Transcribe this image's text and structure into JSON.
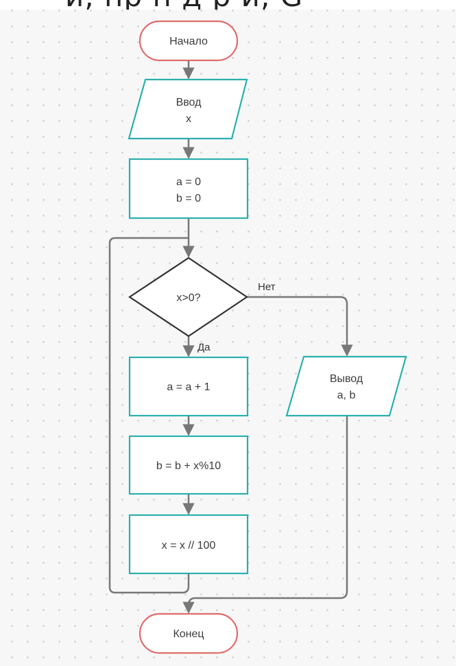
{
  "top_text": "и, пр н д р  и, G",
  "colors": {
    "process_stroke": "#2ab0ad",
    "terminal_stroke": "#e06b6b",
    "decision_stroke": "#333333",
    "edge": "#777777",
    "fill": "#ffffff"
  },
  "nodes": {
    "start": {
      "label": "Начало"
    },
    "input": {
      "line1": "Ввод",
      "line2": "x"
    },
    "init": {
      "line1": "a = 0",
      "line2": "b = 0"
    },
    "cond": {
      "label": "x>0?"
    },
    "inc_a": {
      "label": "a = a + 1"
    },
    "add_b": {
      "label": "b = b + x%10"
    },
    "div_x": {
      "label": "x = x // 100"
    },
    "output": {
      "line1": "Вывод",
      "line2": "a, b"
    },
    "end": {
      "label": "Конец"
    }
  },
  "edges": {
    "yes_label": "Да",
    "no_label": "Нет"
  }
}
